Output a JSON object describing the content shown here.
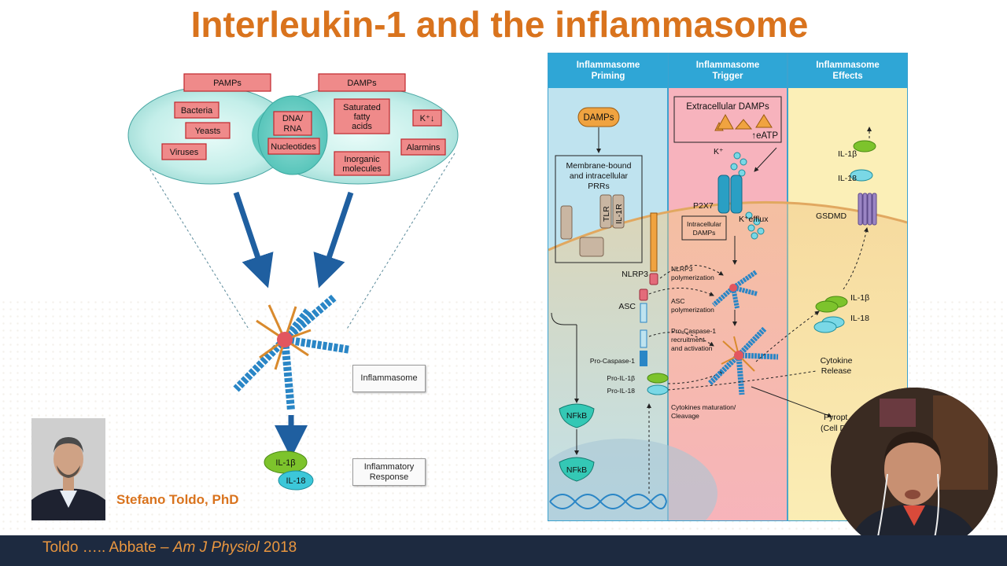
{
  "slide": {
    "title": "Interleukin-1 and the inflammasome"
  },
  "left_diagram": {
    "pamps_label": "PAMPs",
    "damps_label": "DAMPs",
    "pamps_items": [
      "Bacteria",
      "Yeasts",
      "Viruses"
    ],
    "shared_items": [
      "DNA/",
      "RNA",
      "Nucleotides"
    ],
    "damps_items": [
      "Saturated",
      "fatty",
      "acids",
      "K⁺↓",
      "Alarmins",
      "Inorganic",
      "molecules"
    ],
    "inflammasome_label": "Inflammasome",
    "response_label": [
      "Inflammatory",
      "Response"
    ],
    "il1b_label": "IL-1β",
    "il18_label": "IL-18"
  },
  "speaker": {
    "name": "Stefano Toldo, PhD"
  },
  "citation": {
    "authors": "Toldo ….. Abbate – ",
    "journal": "Am J Physiol",
    "year": " 2018"
  },
  "figure": {
    "columns": [
      {
        "line1": "Inflammasome",
        "line2": "Priming",
        "color": "#bfe3ef"
      },
      {
        "line1": "Inflammasome",
        "line2": "Trigger",
        "color": "#f7b3bd"
      },
      {
        "line1": "Inflammasome",
        "line2": "Effects",
        "color": "#fbefb7"
      }
    ],
    "priming": {
      "damps": "DAMPs",
      "prr_box": [
        "Membrane-bound",
        "and intracellular",
        "PRRs"
      ],
      "tlr": "TLR",
      "il1r": "IL-1R",
      "nlrp3": "NLRP3",
      "asc": "ASC",
      "pro_caspase": "Pro-Caspase-1",
      "pro_il1b": "Pro-IL-1β",
      "pro_il18": "Pro-IL-18",
      "nfkb_1": "NFkB",
      "nfkb_2": "NFkB"
    },
    "trigger": {
      "extracellular_damps": "Extracellular DAMPs",
      "eatp": "↑eATP",
      "k_plus": "K⁺",
      "p2x7": "P2X7",
      "k_efflux": "K⁺efflux",
      "intracellular_damps": [
        "Intracellular",
        "DAMPs"
      ],
      "nlrp3_poly": [
        "NLRP3",
        "polymerization"
      ],
      "asc_poly": [
        "ASC",
        "polymerization"
      ],
      "casp_recruit": [
        "Pro-Caspase-1",
        "recruitment",
        "and activation"
      ],
      "maturation": [
        "Cytokines maturation/",
        "Cleavage"
      ]
    },
    "effects": {
      "il1b_top": "IL-1β",
      "il18_top": "IL-18",
      "gsdmd": "GSDMD",
      "il1b_mid": "IL-1β",
      "il18_mid": "IL-18",
      "release": [
        "Cytokine",
        "Release"
      ],
      "pyroptosis": [
        "Pyropt",
        "(Cell D"
      ]
    }
  },
  "colors": {
    "title": "#d9731d",
    "bar": "#1d2a40",
    "arrow": "#1f5fa0"
  }
}
